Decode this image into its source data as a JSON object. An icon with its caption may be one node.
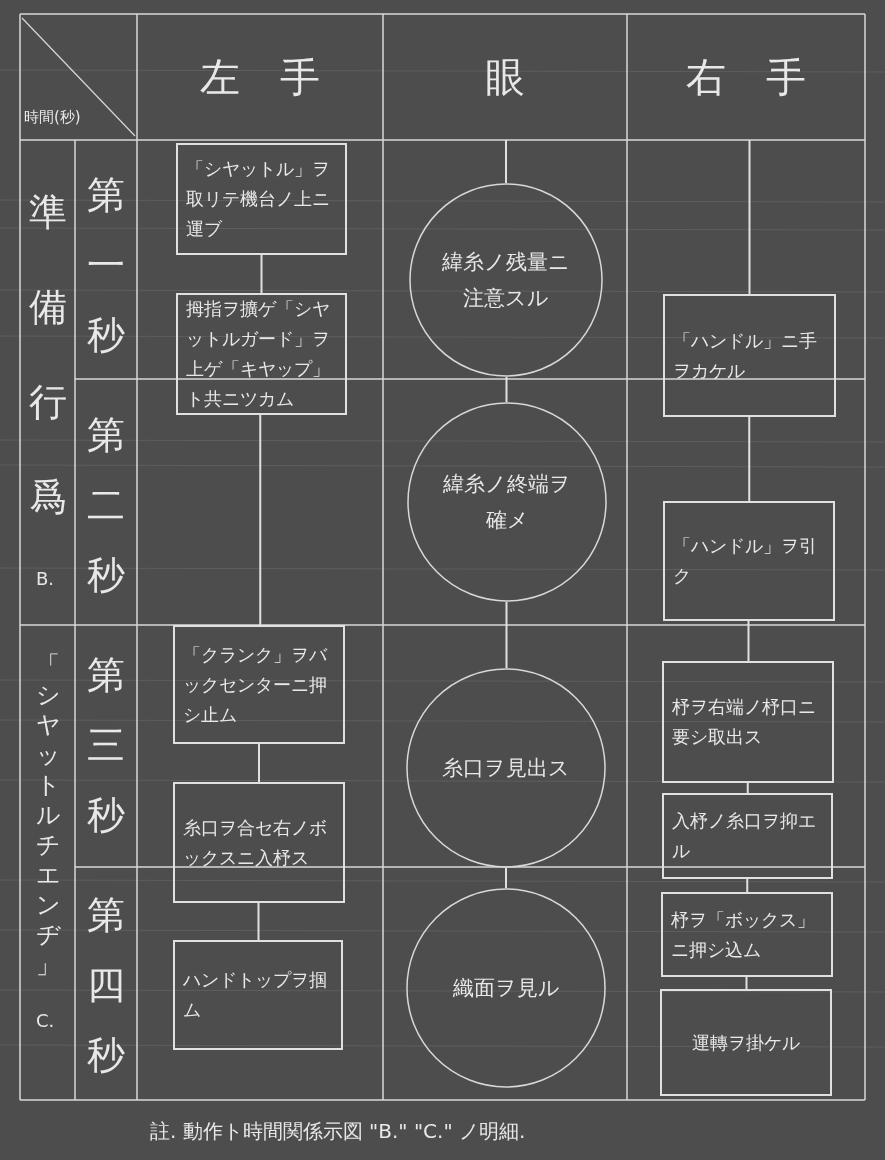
{
  "diagram": {
    "caption": "註. 動作ト時間関係示図 \"B.\" \"C.\" ノ明細.",
    "nodes": [
      {
        "text": [
          "「シヤットル」ヲ取リテ機台ノ上ニ運ブ"
        ]
      },
      {
        "text": [
          "拇指ヲ擴ゲ「シヤットルガード」ヲ上ゲ「キヤップ」ト共ニツカム"
        ]
      },
      {
        "text": [
          "「クランク」ヲバックセンターニ押シ止ム"
        ]
      },
      {
        "text": [
          "糸口ヲ合セ右ノボックスニ入杼ス"
        ]
      },
      {
        "text": [
          "ハンドトップヲ掴ム"
        ]
      },
      {
        "text": [
          "緯糸ノ残量ニ注意スル"
        ]
      },
      {
        "text": [
          "緯糸ノ終端ヲ確メ"
        ]
      },
      {
        "text": [
          "糸口ヲ見出ス"
        ]
      },
      {
        "text": [
          "織面ヲ見ル"
        ]
      },
      {
        "text": [
          "「ハンドル」ニ手ヲカケル"
        ]
      },
      {
        "text": [
          "「ハンドル」ヲ引ク"
        ]
      },
      {
        "text": [
          "杼ヲ右端ノ杼口ニ要シ取出ス"
        ]
      },
      {
        "text": [
          "入杼ノ糸口ヲ抑エル"
        ]
      },
      {
        "text": [
          "杼ヲ「ボックス」ニ押シ込ム"
        ]
      },
      {
        "text": [
          "運轉ヲ掛ケル"
        ]
      }
    ],
    "edges": [
      {
        "from": 0,
        "to": 1,
        "arrow": "none"
      },
      {
        "from": 1,
        "to": 2,
        "arrow": "none"
      },
      {
        "from": 2,
        "to": 3,
        "arrow": "none"
      },
      {
        "from": 3,
        "to": 4,
        "arrow": "none"
      },
      {
        "from": null,
        "to": 5,
        "arrow": "none"
      },
      {
        "from": 5,
        "to": 6,
        "arrow": "none"
      },
      {
        "from": 6,
        "to": 7,
        "arrow": "none"
      },
      {
        "from": 7,
        "to": 8,
        "arrow": "none"
      },
      {
        "from": null,
        "to": 9,
        "arrow": "none"
      },
      {
        "from": 9,
        "to": 10,
        "arrow": "none"
      },
      {
        "from": 10,
        "to": 11,
        "arrow": "none"
      },
      {
        "from": 11,
        "to": 12,
        "arrow": "none"
      },
      {
        "from": 12,
        "to": 13,
        "arrow": "none"
      },
      {
        "from": 13,
        "to": 14,
        "arrow": "none"
      }
    ],
    "labels": [
      "時間(秒)",
      "左手",
      "眼",
      "右手",
      "準備行爲",
      "B.",
      "第一秒",
      "第二秒",
      "「シヤットルチエンヂ」",
      "C.",
      "第三秒",
      "第四秒"
    ]
  }
}
